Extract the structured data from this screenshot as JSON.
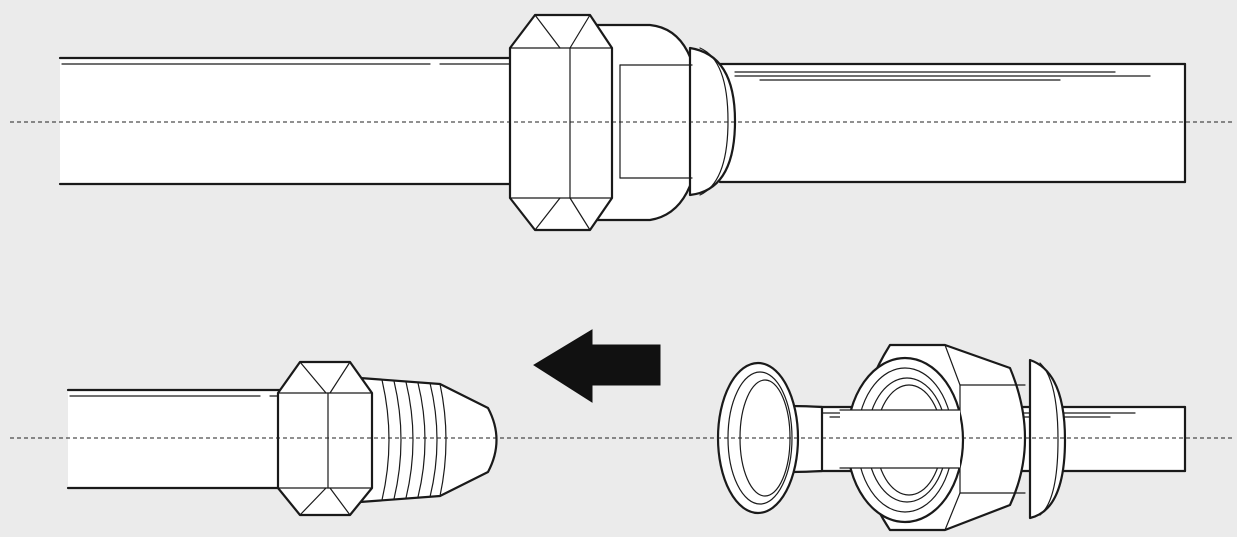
{
  "diagram": {
    "colors": {
      "background": "#ebebeb",
      "outline": "#1a1a1a",
      "fill": "#ffffff",
      "arrow": "#111111"
    },
    "views": [
      {
        "id": "assembled",
        "description_icon": "flare-fitting-assembled-icon"
      },
      {
        "id": "exploded",
        "description_icon": "flare-fitting-exploded-icon"
      }
    ],
    "arrow_direction": "left"
  }
}
